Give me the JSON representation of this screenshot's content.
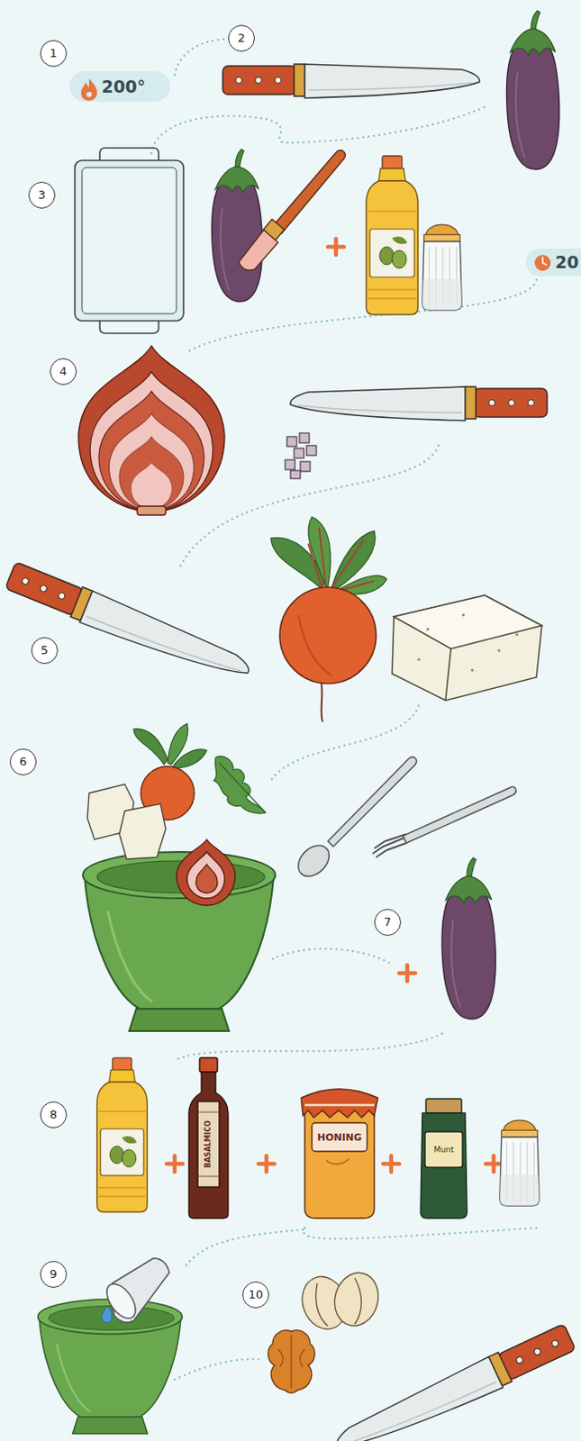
{
  "diagram": {
    "nodes": [
      {
        "text": [
          "1"
        ]
      },
      {
        "text": [
          "200°"
        ]
      },
      {
        "text": [
          "2"
        ]
      },
      {
        "text": [
          "3"
        ]
      },
      {
        "text": [
          "20"
        ]
      },
      {
        "text": [
          "4"
        ]
      },
      {
        "text": [
          "5"
        ]
      },
      {
        "text": [
          "6"
        ]
      },
      {
        "text": [
          "7"
        ]
      },
      {
        "text": [
          "8"
        ]
      },
      {
        "text": [
          "9"
        ]
      },
      {
        "text": [
          "10"
        ]
      }
    ],
    "labels": [
      "BASALMICO",
      "HONING",
      "Munt"
    ]
  }
}
